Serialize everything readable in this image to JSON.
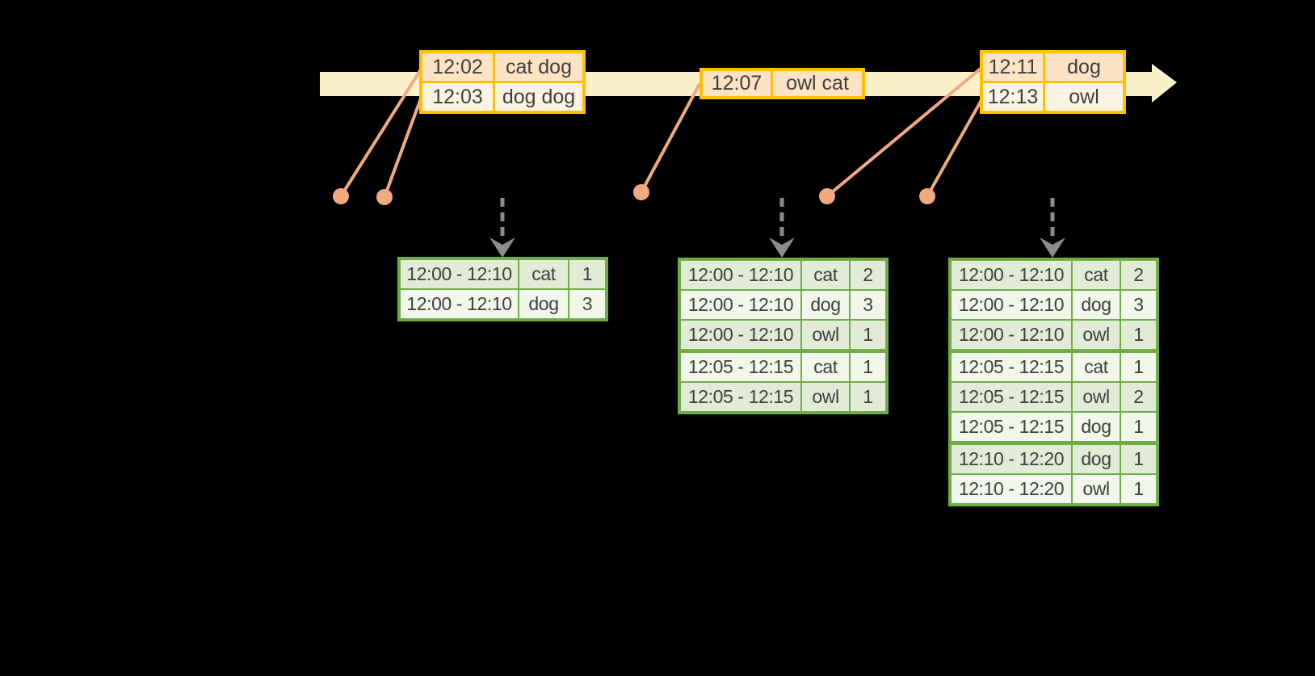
{
  "colors": {
    "background": "#000000",
    "timeline_band": "#FAF0CA",
    "event_table_border": "#FFC000",
    "event_row_dark": "#FBE3C4",
    "event_row_light": "#FDF3E4",
    "marker": "#F1A97F",
    "result_table_border": "#70AD47",
    "result_row_tint": "#E1EBD6",
    "result_row_plain": "#F2F7EB",
    "flow_arrow": "#8C8C8C",
    "text": "#3F3F3F"
  },
  "icons": {
    "timeline_arrowhead": "right-arrow",
    "flow_arrowhead": "down-arrow",
    "event_marker": "dot"
  },
  "diagram": {
    "event_tables": [
      {
        "rows": [
          {
            "time": "12:02",
            "words": "cat dog"
          },
          {
            "time": "12:03",
            "words": "dog dog"
          }
        ]
      },
      {
        "rows": [
          {
            "time": "12:07",
            "words": "owl cat"
          }
        ]
      },
      {
        "rows": [
          {
            "time": "12:11",
            "words": "dog"
          },
          {
            "time": "12:13",
            "words": "owl"
          }
        ]
      }
    ],
    "result_tables": [
      {
        "group_starts": [],
        "rows": [
          {
            "window": "12:00 - 12:10",
            "word": "cat",
            "count": "1"
          },
          {
            "window": "12:00 - 12:10",
            "word": "dog",
            "count": "3"
          }
        ]
      },
      {
        "group_starts": [
          3
        ],
        "rows": [
          {
            "window": "12:00 - 12:10",
            "word": "cat",
            "count": "2"
          },
          {
            "window": "12:00 - 12:10",
            "word": "dog",
            "count": "3"
          },
          {
            "window": "12:00 - 12:10",
            "word": "owl",
            "count": "1"
          },
          {
            "window": "12:05 - 12:15",
            "word": "cat",
            "count": "1"
          },
          {
            "window": "12:05 - 12:15",
            "word": "owl",
            "count": "1"
          }
        ]
      },
      {
        "group_starts": [
          3,
          6
        ],
        "rows": [
          {
            "window": "12:00 - 12:10",
            "word": "cat",
            "count": "2"
          },
          {
            "window": "12:00 - 12:10",
            "word": "dog",
            "count": "3"
          },
          {
            "window": "12:00 - 12:10",
            "word": "owl",
            "count": "1"
          },
          {
            "window": "12:05 - 12:15",
            "word": "cat",
            "count": "1"
          },
          {
            "window": "12:05 - 12:15",
            "word": "owl",
            "count": "2"
          },
          {
            "window": "12:05 - 12:15",
            "word": "dog",
            "count": "1"
          },
          {
            "window": "12:10 - 12:20",
            "word": "dog",
            "count": "1"
          },
          {
            "window": "12:10 - 12:20",
            "word": "owl",
            "count": "1"
          }
        ]
      }
    ]
  }
}
